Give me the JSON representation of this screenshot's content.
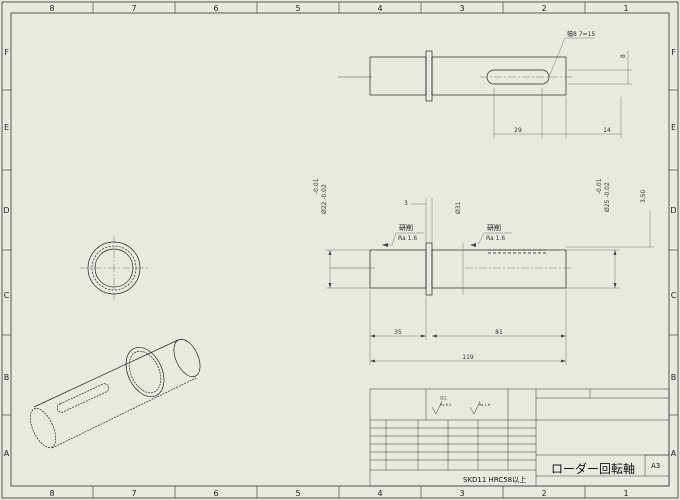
{
  "zones": {
    "columns": [
      "8",
      "7",
      "6",
      "5",
      "4",
      "3",
      "2",
      "1"
    ],
    "rows": [
      "F",
      "E",
      "D",
      "C",
      "B",
      "A"
    ]
  },
  "top_view": {
    "slot_note": "幅8 7=15",
    "dim_width": "8",
    "dim_29": "29",
    "dim_14": "14"
  },
  "front_view": {
    "tol_left_upper": "-0.01",
    "tol_left_lower": "Ø22 -0.02",
    "tol_right_upper": "-0.01",
    "tol_right_lower": "Ø25 -0.02",
    "dim_3_50": "3.50",
    "dim_3": "3",
    "dim_31": "Ø31",
    "grind_label_1": "研削",
    "ra_label_1": "Ra 1.6",
    "grind_label_2": "研削",
    "ra_label_2": "Ra 1.6",
    "dim_35": "35",
    "dim_81": "81",
    "dim_119": "119"
  },
  "title_block": {
    "material": "SKD11 HRC58以上",
    "part_name": "ローダー回転軸",
    "sheet_size": "A3",
    "finish_label_1": "加工",
    "finish_ra_1": "Ra 6.3",
    "finish_ra_2": "Ra 1.6"
  }
}
